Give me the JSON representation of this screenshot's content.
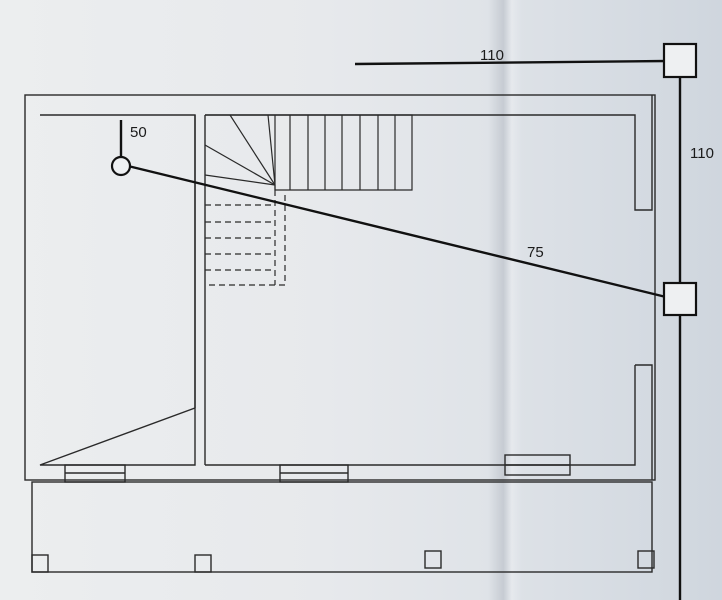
{
  "diagram": {
    "labels": {
      "top_connection": "110",
      "riser": "110",
      "diagonal_connection": "75",
      "stub": "50"
    }
  }
}
